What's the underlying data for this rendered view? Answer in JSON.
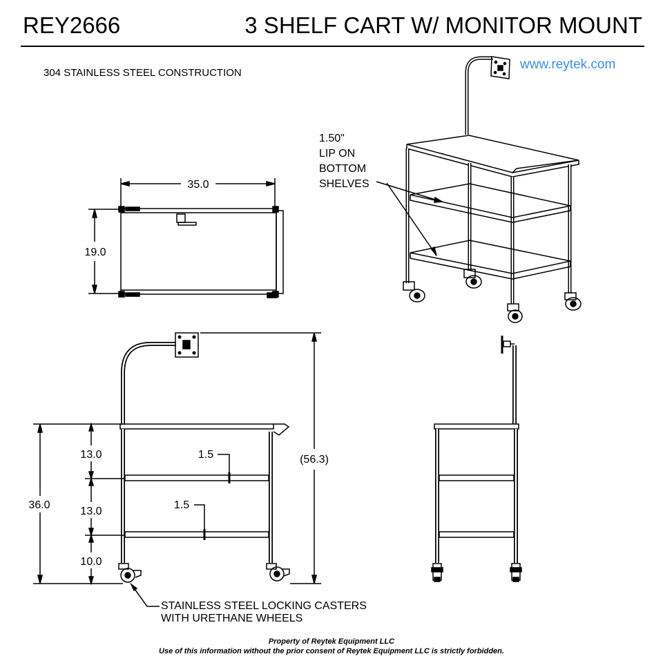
{
  "header": {
    "model": "REY2666",
    "title": "3 SHELF CART W/ MONITOR MOUNT"
  },
  "notes": {
    "material": "304 STAINLESS STEEL CONSTRUCTION",
    "website": "www.reytek.com",
    "lip": [
      "1.50\"",
      "LIP ON",
      "BOTTOM",
      "SHELVES"
    ],
    "casters": [
      "STAINLESS STEEL LOCKING CASTERS",
      "WITH URETHANE WHEELS"
    ]
  },
  "dimensions": {
    "top_width": "35.0",
    "top_depth": "19.0",
    "shelf_gap_upper": "13.0",
    "shelf_gap_middle": "13.0",
    "shelf_gap_lower": "10.0",
    "overall_shelf_height": "36.0",
    "overall_height": "(56.3)",
    "lip_upper": "1.5",
    "lip_lower": "1.5"
  },
  "footer": {
    "line1": "Property of Reytek Equipment LLC",
    "line2": "Use of this information without the prior consent of Reytek Equipment LLC is strictly forbidden."
  },
  "colors": {
    "ink": "#000000",
    "website": "#3c8ee6",
    "paper": "#ffffff"
  }
}
